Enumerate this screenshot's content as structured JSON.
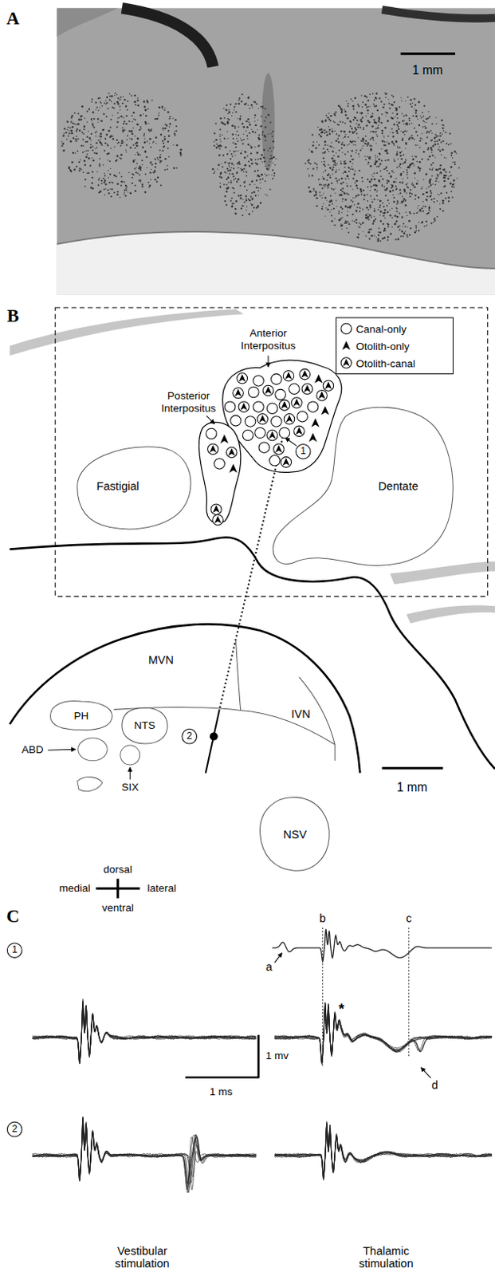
{
  "diagram": {
    "nodes": [
      {
        "text": [
          "Fastigial"
        ]
      },
      {
        "text": [
          "Dentate"
        ]
      },
      {
        "text": [
          "MVN"
        ]
      },
      {
        "text": [
          "IVN"
        ]
      },
      {
        "text": [
          "PH"
        ]
      },
      {
        "text": [
          "NTS"
        ]
      },
      {
        "text": [
          "NSV"
        ]
      }
    ],
    "labels": [
      "A",
      "1 mm",
      "B",
      "Anterior Interpositus",
      "Posterior Interpositus",
      "1",
      "2",
      "ABD",
      "SIX",
      "1 mm",
      "dorsal",
      "medial",
      "lateral",
      "ventral",
      "C",
      "1",
      "a",
      "b",
      "c",
      "*",
      "d",
      "1 mv",
      "1 ms",
      "2",
      "Vestibular stimulation",
      "Thalamic stimulation"
    ],
    "legend": [
      {
        "text": "Canal-only"
      },
      {
        "text": "Otolith-only"
      },
      {
        "text": "Otolith-canal"
      }
    ]
  }
}
